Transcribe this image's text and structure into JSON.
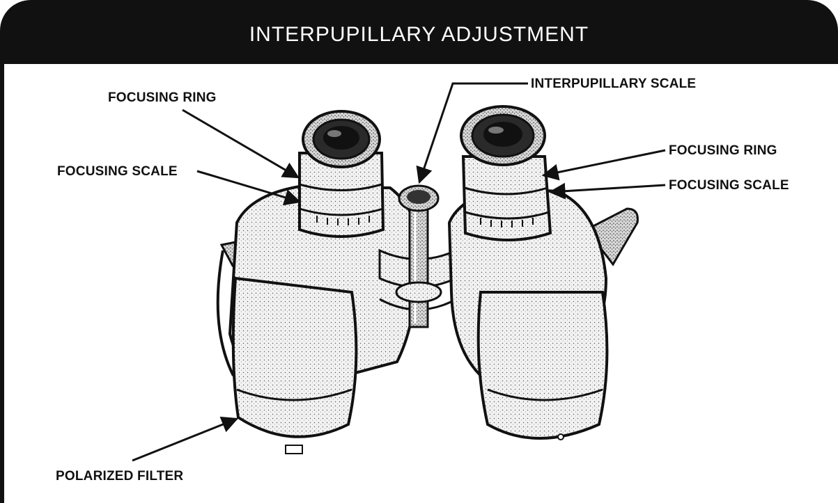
{
  "title": "INTERPUPILLARY ADJUSTMENT",
  "labels": {
    "interpupillary_scale": "INTERPUPILLARY SCALE",
    "focusing_ring_left": "FOCUSING RING",
    "focusing_scale_left": "FOCUSING SCALE",
    "focusing_ring_right": "FOCUSING RING",
    "focusing_scale_right": "FOCUSING SCALE",
    "polarized_filter": "POLARIZED FILTER"
  },
  "colors": {
    "header": "#111111",
    "ink": "#111111",
    "body_fill": "#e9e9e9"
  }
}
